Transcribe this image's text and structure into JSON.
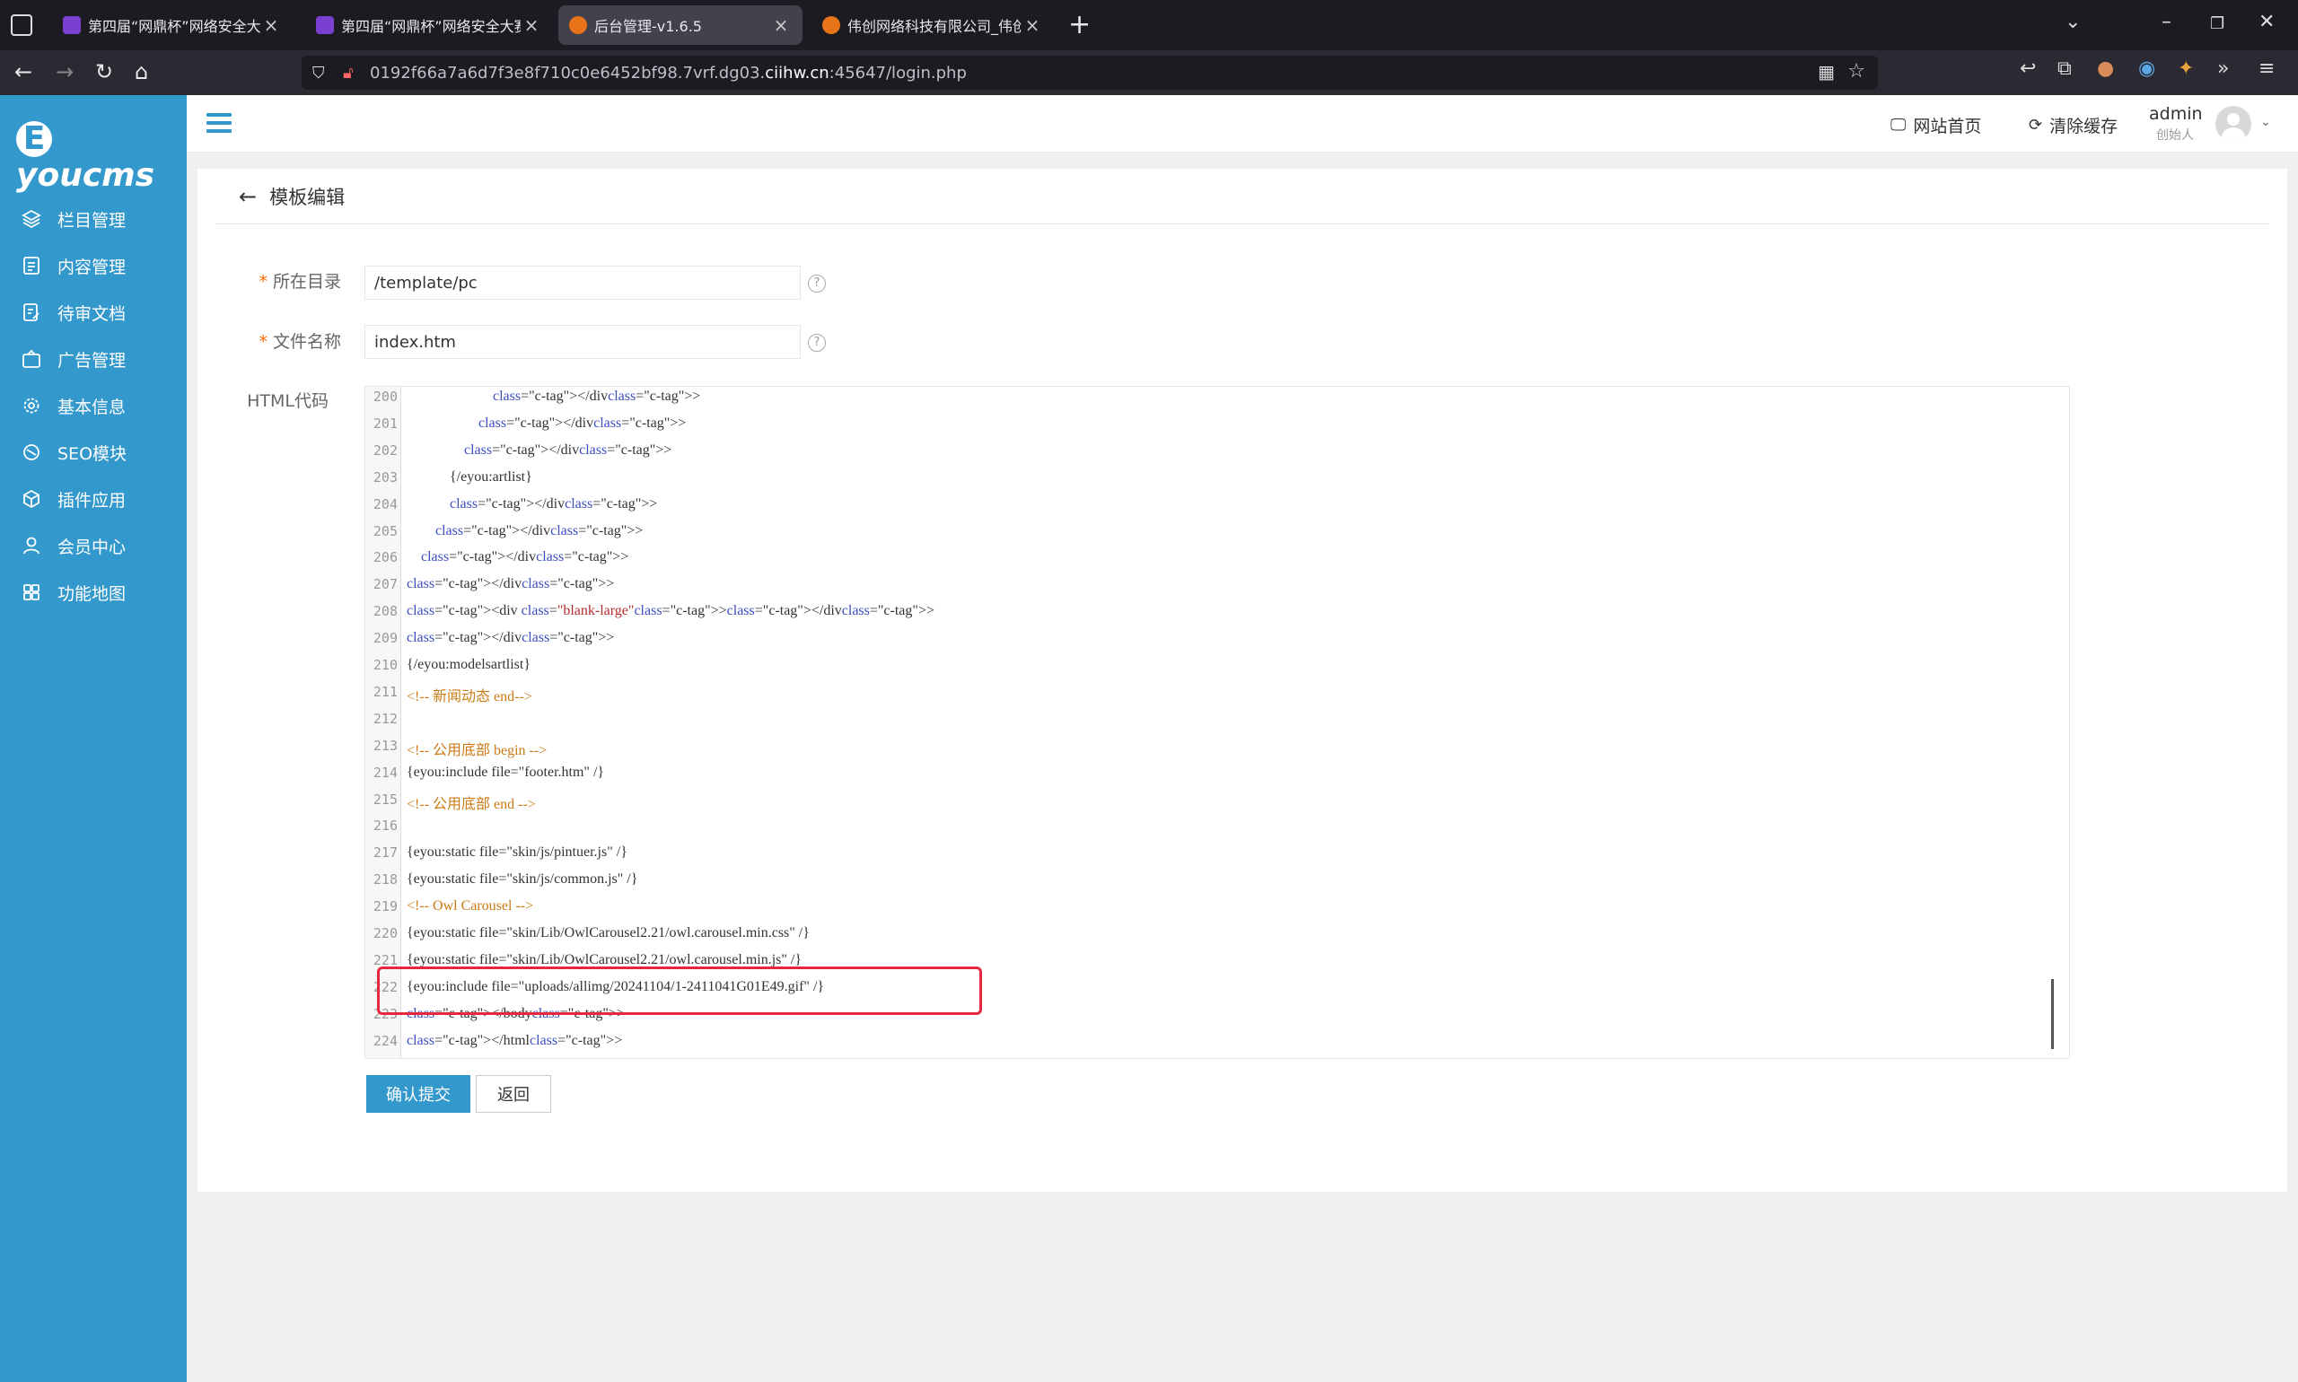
{
  "browser": {
    "tabs": [
      {
        "title": "第四届“网鼎杯”网络安全大赛",
        "active": false,
        "favicon": "wdb-icon",
        "color": "#7b3fd1"
      },
      {
        "title": "第四届“网鼎杯”网络安全大赛",
        "active": false,
        "favicon": "wdb-icon",
        "color": "#7b3fd1"
      },
      {
        "title": "后台管理-v1.6.5",
        "active": true,
        "favicon": "eyoucms-icon",
        "color": "#e8741a"
      },
      {
        "title": "伟创网络科技有限公司_伟创网",
        "active": false,
        "favicon": "eyoucms-icon",
        "color": "#e8741a"
      }
    ],
    "url_prefix": "0192f66a7a6d7f3e8f710c0e6452bf98.7vrf.dg03.",
    "url_domain": "ciihw.cn",
    "url_suffix": ":45647/login.php"
  },
  "sidebar": {
    "logo": "youcms",
    "logo_letter": "E",
    "items": [
      {
        "label": "栏目管理",
        "icon": "layers-icon"
      },
      {
        "label": "内容管理",
        "icon": "document-icon"
      },
      {
        "label": "待审文档",
        "icon": "pending-doc-icon"
      },
      {
        "label": "广告管理",
        "icon": "ad-icon"
      },
      {
        "label": "基本信息",
        "icon": "gear-icon"
      },
      {
        "label": "SEO模块",
        "icon": "seo-icon"
      },
      {
        "label": "插件应用",
        "icon": "cube-icon"
      },
      {
        "label": "会员中心",
        "icon": "user-icon"
      },
      {
        "label": "功能地图",
        "icon": "grid-icon"
      }
    ]
  },
  "topbar": {
    "site_home": "网站首页",
    "clear_cache": "清除缓存",
    "user_name": "admin",
    "user_role": "创始人"
  },
  "page": {
    "title": "模板编辑",
    "dir_label": "所在目录",
    "dir_value": "/template/pc",
    "file_label": "文件名称",
    "file_value": "index.htm",
    "code_label": "HTML代码",
    "submit": "确认提交",
    "back": "返回"
  },
  "editor": {
    "lines": [
      {
        "n": "200",
        "text": "                        </div>"
      },
      {
        "n": "201",
        "text": "                    </div>"
      },
      {
        "n": "202",
        "text": "                </div>"
      },
      {
        "n": "203",
        "text": "            {/eyou:artlist}"
      },
      {
        "n": "204",
        "text": "            </div>"
      },
      {
        "n": "205",
        "text": "        </div>"
      },
      {
        "n": "206",
        "text": "    </div>"
      },
      {
        "n": "207",
        "text": "</div>"
      },
      {
        "n": "208",
        "text": "<div class=\"blank-large\"></div>"
      },
      {
        "n": "209",
        "text": "</div>"
      },
      {
        "n": "210",
        "text": "{/eyou:modelsartlist}"
      },
      {
        "n": "211",
        "text": "<!-- 新闻动态 end-->"
      },
      {
        "n": "212",
        "text": ""
      },
      {
        "n": "213",
        "text": "<!-- 公用底部 begin -->"
      },
      {
        "n": "214",
        "text": "{eyou:include file=\"footer.htm\" /}"
      },
      {
        "n": "215",
        "text": "<!-- 公用底部 end -->"
      },
      {
        "n": "216",
        "text": ""
      },
      {
        "n": "217",
        "text": "{eyou:static file=\"skin/js/pintuer.js\" /}"
      },
      {
        "n": "218",
        "text": "{eyou:static file=\"skin/js/common.js\" /}"
      },
      {
        "n": "219",
        "text": "<!-- Owl Carousel -->"
      },
      {
        "n": "220",
        "text": "{eyou:static file=\"skin/Lib/OwlCarousel2.21/owl.carousel.min.css\" /}"
      },
      {
        "n": "221",
        "text": "{eyou:static file=\"skin/Lib/OwlCarousel2.21/owl.carousel.min.js\" /}"
      },
      {
        "n": "222",
        "text": "{eyou:include file=\"uploads/allimg/20241104/1-2411041G01E49.gif\" /}"
      },
      {
        "n": "223",
        "text": "</body>"
      },
      {
        "n": "224",
        "text": "</html>"
      }
    ]
  },
  "colors": {
    "sidebar": "#3398cc",
    "primary": "#3398cc",
    "highlight": "#e4283e",
    "required": "#ff6600"
  }
}
